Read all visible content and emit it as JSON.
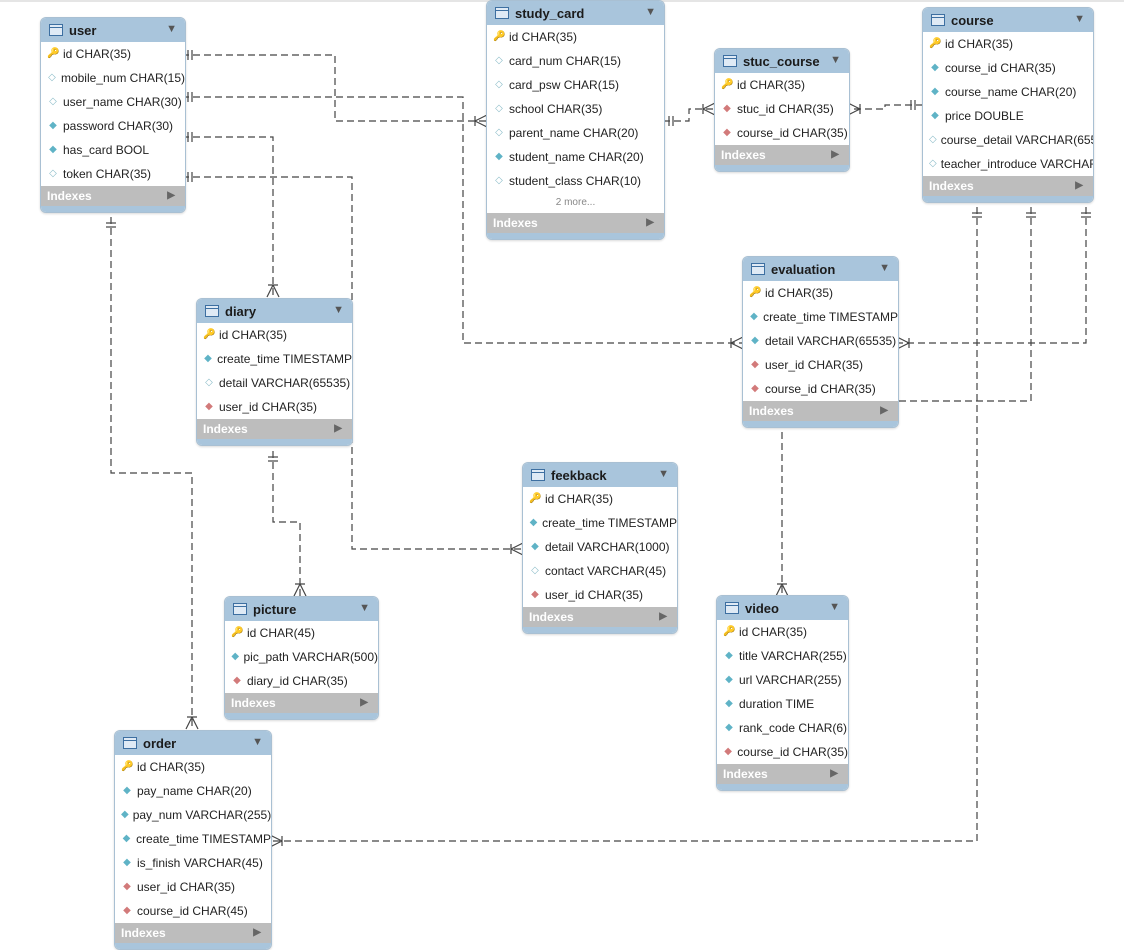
{
  "diagram": {
    "tables": [
      {
        "key": "user",
        "name": "user",
        "columns": [
          {
            "icon": "primary-key-icon",
            "kind": "pk",
            "text": "id CHAR(35)"
          },
          {
            "icon": "nullable-column-icon",
            "kind": "nul",
            "text": "mobile_num CHAR(15)"
          },
          {
            "icon": "nullable-column-icon",
            "kind": "nul",
            "text": "user_name CHAR(30)"
          },
          {
            "icon": "not-null-column-icon",
            "kind": "nn",
            "text": "password CHAR(30)"
          },
          {
            "icon": "not-null-column-icon",
            "kind": "nn",
            "text": "has_card BOOL"
          },
          {
            "icon": "nullable-column-icon",
            "kind": "nul",
            "text": "token CHAR(35)"
          }
        ],
        "indexes_label": "Indexes"
      },
      {
        "key": "study_card",
        "name": "study_card",
        "columns": [
          {
            "icon": "primary-key-icon",
            "kind": "pk",
            "text": "id CHAR(35)"
          },
          {
            "icon": "nullable-column-icon",
            "kind": "nul",
            "text": "card_num CHAR(15)"
          },
          {
            "icon": "nullable-column-icon",
            "kind": "nul",
            "text": "card_psw CHAR(15)"
          },
          {
            "icon": "nullable-column-icon",
            "kind": "nul",
            "text": "school CHAR(35)"
          },
          {
            "icon": "nullable-column-icon",
            "kind": "nul",
            "text": "parent_name CHAR(20)"
          },
          {
            "icon": "not-null-column-icon",
            "kind": "nn",
            "text": "student_name CHAR(20)"
          },
          {
            "icon": "nullable-column-icon",
            "kind": "nul",
            "text": "student_class CHAR(10)"
          }
        ],
        "more": "2 more...",
        "indexes_label": "Indexes"
      },
      {
        "key": "stuc_course",
        "name": "stuc_course",
        "columns": [
          {
            "icon": "primary-key-icon",
            "kind": "pk",
            "text": "id CHAR(35)"
          },
          {
            "icon": "foreign-key-icon",
            "kind": "fk",
            "text": "stuc_id CHAR(35)"
          },
          {
            "icon": "foreign-key-icon",
            "kind": "fk",
            "text": "course_id CHAR(35)"
          }
        ],
        "indexes_label": "Indexes"
      },
      {
        "key": "course",
        "name": "course",
        "columns": [
          {
            "icon": "primary-key-icon",
            "kind": "pk",
            "text": "id CHAR(35)"
          },
          {
            "icon": "not-null-column-icon",
            "kind": "nn",
            "text": "course_id CHAR(35)"
          },
          {
            "icon": "not-null-column-icon",
            "kind": "nn",
            "text": "course_name CHAR(20)"
          },
          {
            "icon": "not-null-column-icon",
            "kind": "nn",
            "text": "price DOUBLE"
          },
          {
            "icon": "nullable-column-icon",
            "kind": "nul",
            "text": "course_detail VARCHAR(655"
          },
          {
            "icon": "nullable-column-icon",
            "kind": "nul",
            "text": "teacher_introduce VARCHAR"
          }
        ],
        "indexes_label": "Indexes"
      },
      {
        "key": "evaluation",
        "name": "evaluation",
        "columns": [
          {
            "icon": "primary-key-icon",
            "kind": "pk",
            "text": "id CHAR(35)"
          },
          {
            "icon": "not-null-column-icon",
            "kind": "nn",
            "text": "create_time TIMESTAMP"
          },
          {
            "icon": "not-null-column-icon",
            "kind": "nn",
            "text": "detail VARCHAR(65535)"
          },
          {
            "icon": "foreign-key-icon",
            "kind": "fk",
            "text": "user_id CHAR(35)"
          },
          {
            "icon": "foreign-key-icon",
            "kind": "fk",
            "text": "course_id CHAR(35)"
          }
        ],
        "indexes_label": "Indexes"
      },
      {
        "key": "diary",
        "name": "diary",
        "columns": [
          {
            "icon": "primary-key-icon",
            "kind": "pk",
            "text": "id CHAR(35)"
          },
          {
            "icon": "not-null-column-icon",
            "kind": "nn",
            "text": "create_time TIMESTAMP"
          },
          {
            "icon": "nullable-column-icon",
            "kind": "nul",
            "text": "detail VARCHAR(65535)"
          },
          {
            "icon": "foreign-key-icon",
            "kind": "fk",
            "text": "user_id CHAR(35)"
          }
        ],
        "indexes_label": "Indexes"
      },
      {
        "key": "feekback",
        "name": "feekback",
        "columns": [
          {
            "icon": "primary-key-icon",
            "kind": "pk",
            "text": "id CHAR(35)"
          },
          {
            "icon": "not-null-column-icon",
            "kind": "nn",
            "text": "create_time TIMESTAMP"
          },
          {
            "icon": "not-null-column-icon",
            "kind": "nn",
            "text": "detail VARCHAR(1000)"
          },
          {
            "icon": "nullable-column-icon",
            "kind": "nul",
            "text": "contact VARCHAR(45)"
          },
          {
            "icon": "foreign-key-icon",
            "kind": "fk",
            "text": "user_id CHAR(35)"
          }
        ],
        "indexes_label": "Indexes"
      },
      {
        "key": "picture",
        "name": "picture",
        "columns": [
          {
            "icon": "primary-key-icon",
            "kind": "pk",
            "text": "id CHAR(45)"
          },
          {
            "icon": "not-null-column-icon",
            "kind": "nn",
            "text": "pic_path VARCHAR(500)"
          },
          {
            "icon": "foreign-key-icon",
            "kind": "fk",
            "text": "diary_id CHAR(35)"
          }
        ],
        "indexes_label": "Indexes"
      },
      {
        "key": "video",
        "name": "video",
        "columns": [
          {
            "icon": "primary-key-icon",
            "kind": "pk",
            "text": "id CHAR(35)"
          },
          {
            "icon": "not-null-column-icon",
            "kind": "nn",
            "text": "title VARCHAR(255)"
          },
          {
            "icon": "not-null-column-icon",
            "kind": "nn",
            "text": "url VARCHAR(255)"
          },
          {
            "icon": "not-null-column-icon",
            "kind": "nn",
            "text": "duration TIME"
          },
          {
            "icon": "not-null-column-icon",
            "kind": "nn",
            "text": "rank_code CHAR(6)"
          },
          {
            "icon": "foreign-key-icon",
            "kind": "fk",
            "text": "course_id CHAR(35)"
          }
        ],
        "indexes_label": "Indexes"
      },
      {
        "key": "order",
        "name": "order",
        "columns": [
          {
            "icon": "primary-key-icon",
            "kind": "pk",
            "text": "id CHAR(35)"
          },
          {
            "icon": "not-null-column-icon",
            "kind": "nn",
            "text": "pay_name CHAR(20)"
          },
          {
            "icon": "not-null-column-icon",
            "kind": "nn",
            "text": "pay_num VARCHAR(255)"
          },
          {
            "icon": "not-null-column-icon",
            "kind": "nn",
            "text": "create_time TIMESTAMP"
          },
          {
            "icon": "not-null-column-icon",
            "kind": "nn",
            "text": "is_finish VARCHAR(45)"
          },
          {
            "icon": "foreign-key-icon",
            "kind": "fk",
            "text": "user_id CHAR(35)"
          },
          {
            "icon": "foreign-key-icon",
            "kind": "fk",
            "text": "course_id CHAR(45)"
          }
        ],
        "indexes_label": "Indexes"
      }
    ],
    "colors": {
      "header": "#a9c5dc",
      "indexes_bar": "#bdbdbd",
      "pk": "#e3b622",
      "not_null": "#5fb3c6",
      "fk": "#d27a7a",
      "line": "#444444"
    }
  }
}
